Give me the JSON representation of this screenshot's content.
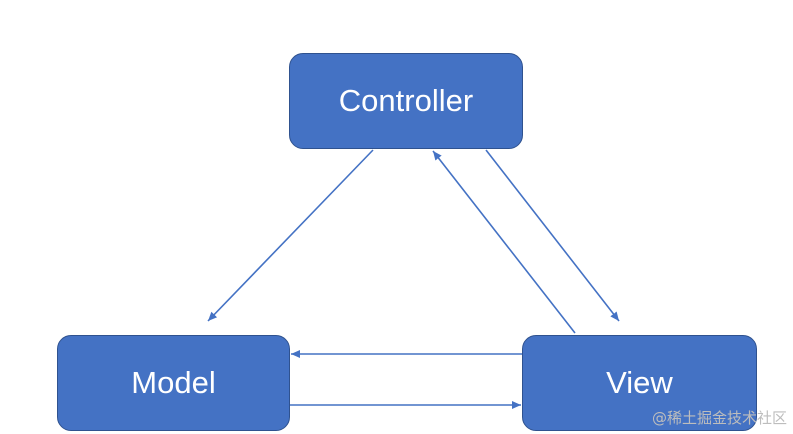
{
  "diagram": {
    "nodes": {
      "controller": "Controller",
      "model": "Model",
      "view": "View"
    },
    "edges": [
      {
        "from": "Controller",
        "to": "Model"
      },
      {
        "from": "Controller",
        "to": "View"
      },
      {
        "from": "View",
        "to": "Controller"
      },
      {
        "from": "View",
        "to": "Model"
      },
      {
        "from": "Model",
        "to": "View"
      }
    ],
    "colors": {
      "node_fill": "#4472c4",
      "node_border": "#2f528f",
      "edge": "#4472c4",
      "watermark": "#bdbdbd"
    }
  },
  "watermark": "@稀土掘金技术社区"
}
